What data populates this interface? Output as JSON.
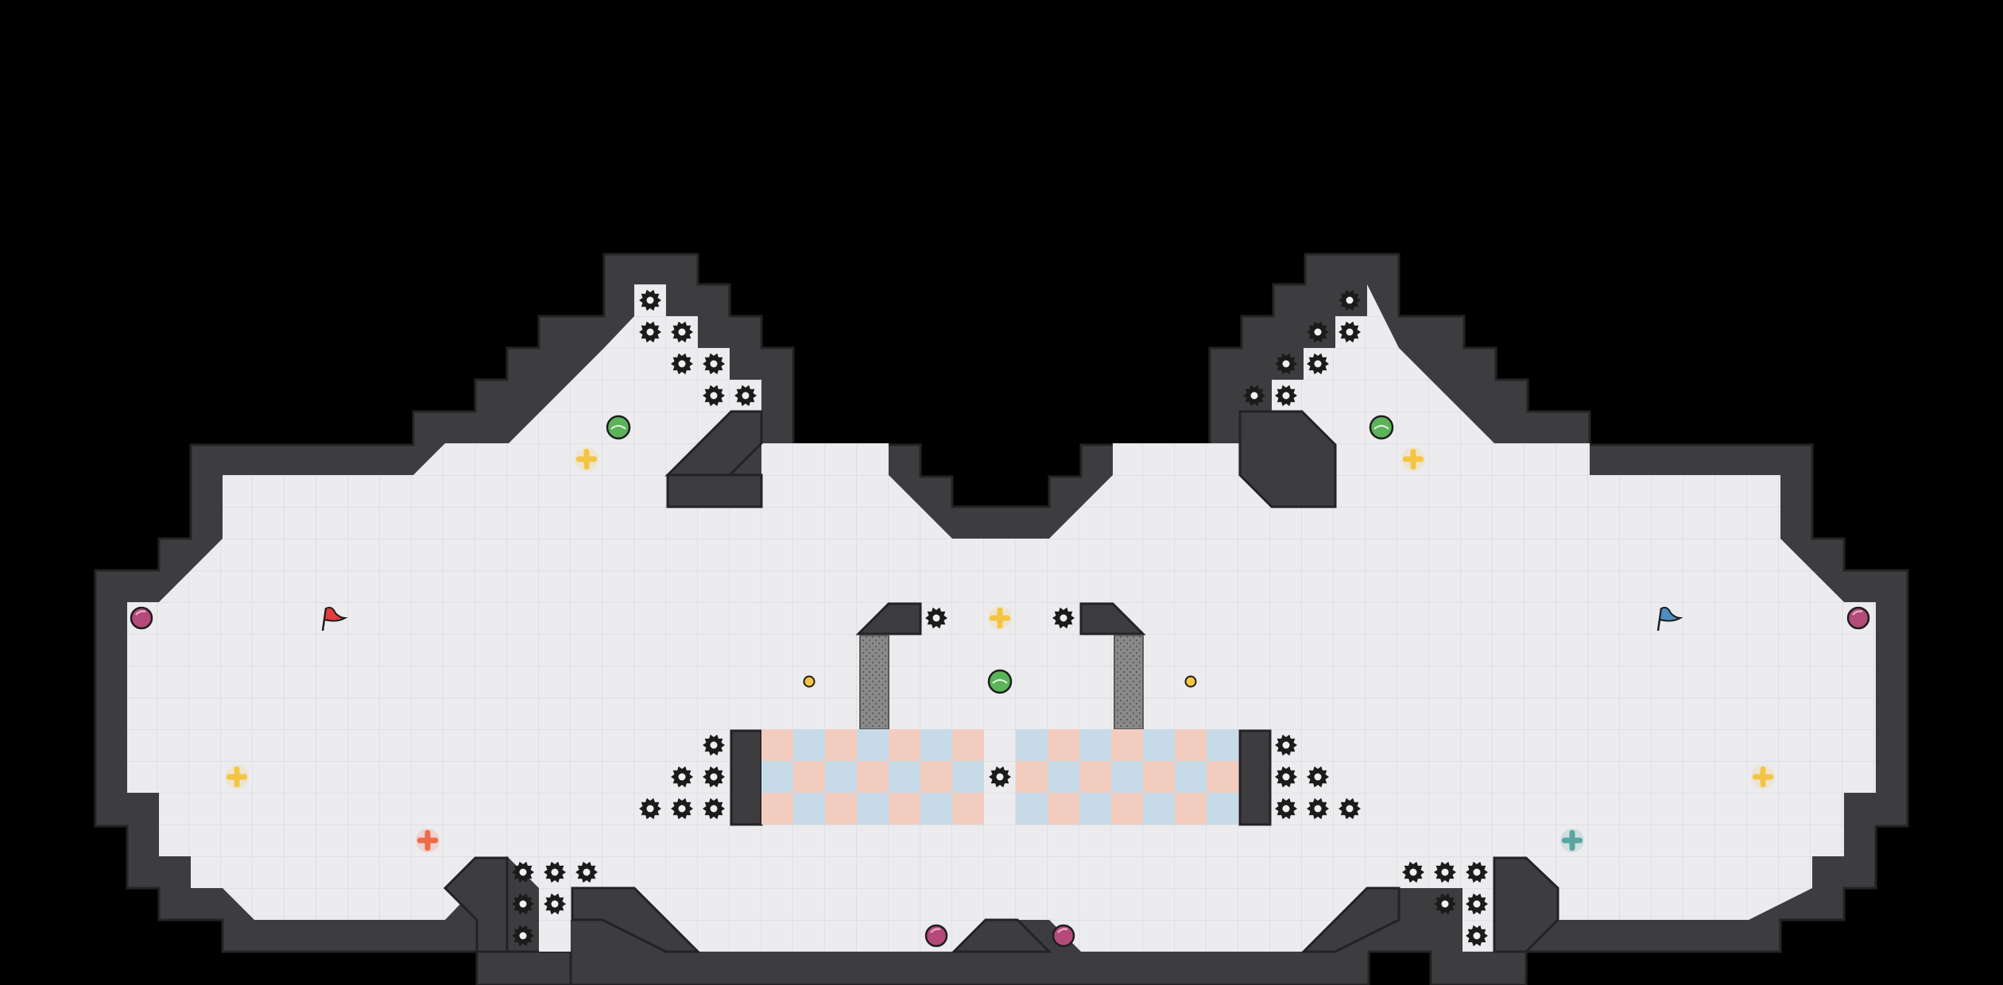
{
  "map": {
    "colors": {
      "background": "#000000",
      "wall": "#3d3d40",
      "wall_edge": "#2a2a2c",
      "floor": "#ececef",
      "grid": "#dcdce0",
      "team_red_tile": "#f2cdbf",
      "team_blue_tile": "#c7dae8",
      "gate": "#7a7a7a",
      "spike": "#1b1b1b",
      "powerup_green": "#5bb35a",
      "boost_yellow": "#f4c542",
      "boost_red": "#ef6a4a",
      "boost_teal": "#5aa5a0",
      "bomb_pink": "#b34a79",
      "flag_red": "#e23c3c",
      "flag_blue": "#4d8ec2"
    },
    "flags": [
      {
        "team": "red",
        "col": 10,
        "row": 19,
        "icon": "flag-icon"
      },
      {
        "team": "blue",
        "col": 52,
        "row": 19,
        "icon": "flag-icon"
      }
    ],
    "powerups": [
      {
        "col": 19,
        "row": 13
      },
      {
        "col": 43,
        "row": 13
      },
      {
        "col": 31,
        "row": 21
      }
    ],
    "boosts": [
      {
        "col": 18,
        "row": 14,
        "color": "yellow"
      },
      {
        "col": 44,
        "row": 14,
        "color": "yellow"
      },
      {
        "col": 31,
        "row": 19,
        "color": "yellow"
      },
      {
        "col": 7,
        "row": 24,
        "color": "yellow"
      },
      {
        "col": 55,
        "row": 24,
        "color": "yellow"
      },
      {
        "col": 13,
        "row": 26,
        "color": "red"
      },
      {
        "col": 49,
        "row": 26,
        "color": "teal"
      }
    ],
    "bombs": [
      {
        "col": 4,
        "row": 19
      },
      {
        "col": 58,
        "row": 19
      },
      {
        "col": 29,
        "row": 29
      },
      {
        "col": 33,
        "row": 29
      }
    ],
    "portals": [
      {
        "col": 25,
        "row": 21
      },
      {
        "col": 37,
        "row": 21
      }
    ],
    "spikes": [
      [
        20,
        9
      ],
      [
        20,
        10
      ],
      [
        21,
        10
      ],
      [
        21,
        11
      ],
      [
        22,
        11
      ],
      [
        22,
        12
      ],
      [
        23,
        12
      ],
      [
        42,
        9
      ],
      [
        41,
        10
      ],
      [
        42,
        10
      ],
      [
        40,
        11
      ],
      [
        41,
        11
      ],
      [
        39,
        12
      ],
      [
        40,
        12
      ],
      [
        29,
        19
      ],
      [
        33,
        19
      ],
      [
        31,
        24
      ],
      [
        22,
        23
      ],
      [
        21,
        24
      ],
      [
        22,
        24
      ],
      [
        20,
        25
      ],
      [
        21,
        25
      ],
      [
        22,
        25
      ],
      [
        40,
        23
      ],
      [
        40,
        24
      ],
      [
        41,
        24
      ],
      [
        40,
        25
      ],
      [
        41,
        25
      ],
      [
        42,
        25
      ],
      [
        16,
        27
      ],
      [
        17,
        27
      ],
      [
        18,
        27
      ],
      [
        16,
        28
      ],
      [
        17,
        28
      ],
      [
        16,
        29
      ],
      [
        44,
        27
      ],
      [
        45,
        27
      ],
      [
        46,
        27
      ],
      [
        45,
        28
      ],
      [
        46,
        28
      ],
      [
        46,
        29
      ]
    ]
  }
}
